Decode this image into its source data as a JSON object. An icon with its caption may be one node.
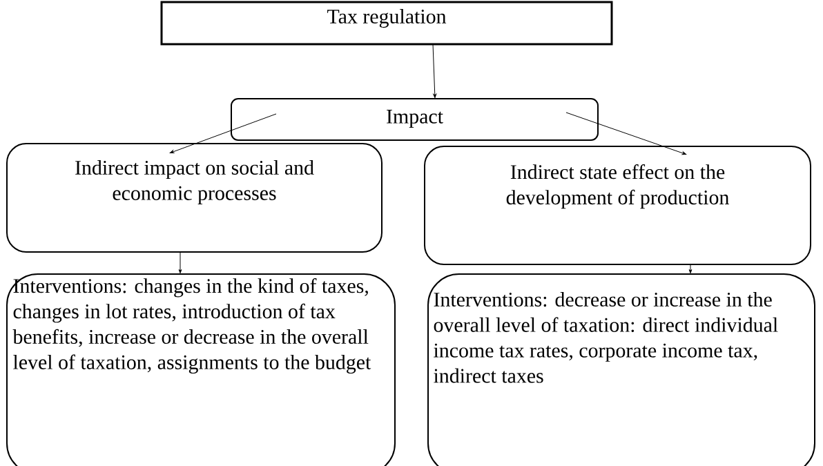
{
  "diagram": {
    "nodes": [
      {
        "text": [
          "Tax regulation"
        ]
      },
      {
        "text": [
          "Impact"
        ]
      },
      {
        "text": [
          "Indirect impact on social and economic processes"
        ]
      },
      {
        "text": [
          "Indirect state effect on the development of production"
        ]
      },
      {
        "text": [
          "Interventions: changes in the kind of taxes, changes in lot rates, introduction of tax benefits, increase or decrease in the overall level of taxation, assignments to the budget"
        ]
      },
      {
        "text": [
          "Interventions: decrease or increase in the overall level of taxation: direct individual income tax rates, corporate income tax, indirect taxes"
        ]
      }
    ],
    "edges": [
      {
        "from": 0,
        "to": 1,
        "arrow": "to"
      },
      {
        "from": 1,
        "to": 2,
        "arrow": "to"
      },
      {
        "from": 1,
        "to": 3,
        "arrow": "to"
      },
      {
        "from": 2,
        "to": 4,
        "arrow": "to"
      },
      {
        "from": 3,
        "to": 5,
        "arrow": "to"
      }
    ]
  }
}
